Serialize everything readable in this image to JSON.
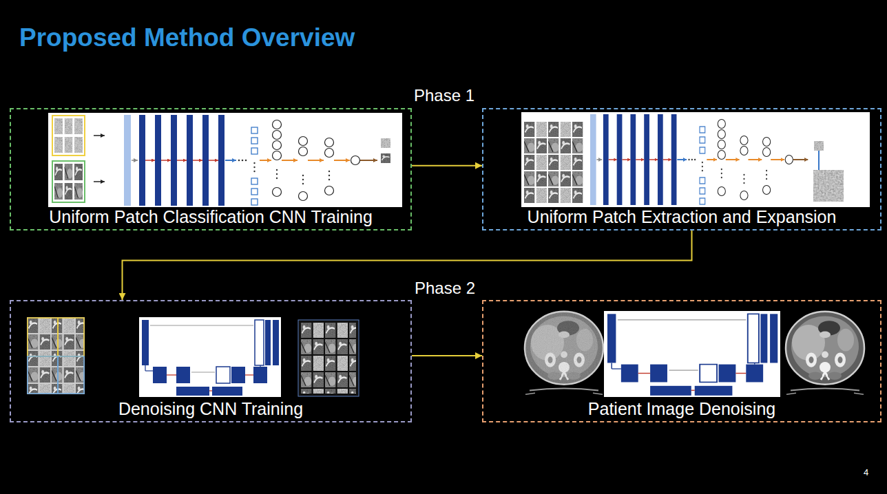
{
  "diagram": {
    "title": "Proposed Method Overview",
    "nodes": [
      {
        "text": [
          "Uniform Patch Classification CNN Training"
        ]
      },
      {
        "text": [
          "Uniform Patch Extraction and Expansion"
        ]
      },
      {
        "text": [
          "Denoising CNN Training"
        ]
      },
      {
        "text": [
          "Patient Image Denoising"
        ]
      }
    ],
    "edges": [
      {
        "from": 0,
        "to": 1,
        "arrow": "to"
      },
      {
        "from": 1,
        "to": 2,
        "arrow": "to"
      },
      {
        "from": 2,
        "to": 3,
        "arrow": "to"
      }
    ],
    "labels": [
      "Phase 1",
      "Phase 2",
      "4"
    ]
  }
}
